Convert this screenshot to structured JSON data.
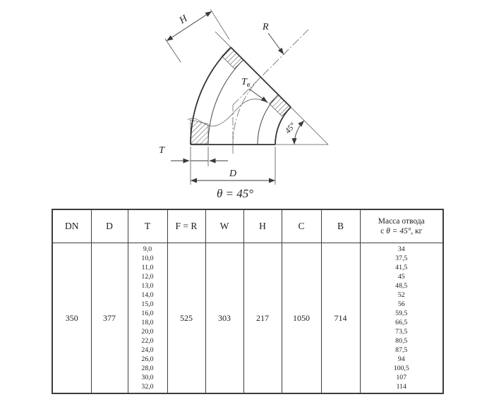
{
  "drawing": {
    "labels": {
      "h": "H",
      "r": "R",
      "tb_main": "T",
      "tb_sub": "в",
      "angle": "45°",
      "t": "T",
      "d": "D"
    },
    "caption": "θ = 45°"
  },
  "table": {
    "headers": {
      "dn": "DN",
      "d": "D",
      "t": "T",
      "f_r": "F = R",
      "w": "W",
      "h": "H",
      "c": "C",
      "b": "B",
      "mass_line1": "Масса отвода",
      "mass_line2_prefix": "с ",
      "mass_line2_italic": "θ = 45°",
      "mass_line2_suffix": ", кг"
    },
    "row": {
      "dn": "350",
      "d": "377",
      "t_values": [
        "9,0",
        "10,0",
        "11,0",
        "12,0",
        "13,0",
        "14,0",
        "15,0",
        "16,0",
        "18,0",
        "20,0",
        "22,0",
        "24,0",
        "26,0",
        "28,0",
        "30,0",
        "32,0"
      ],
      "f_r": "525",
      "w": "303",
      "h": "217",
      "c": "1050",
      "b": "714",
      "mass_values": [
        "34",
        "37,5",
        "41,5",
        "45",
        "48,5",
        "52",
        "56",
        "59,5",
        "66,5",
        "73,5",
        "80,5",
        "87,5",
        "94",
        "100,5",
        "107",
        "114"
      ]
    }
  }
}
